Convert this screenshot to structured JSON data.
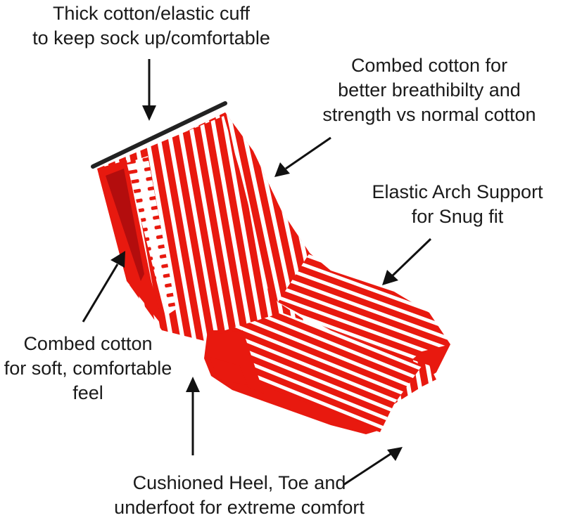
{
  "colors": {
    "sock_red": "#e8190f",
    "sock_dark_red": "#b30d0d",
    "stripe_white": "#ffffff",
    "cuff_black": "#222222",
    "arrow": "#111111"
  },
  "callouts": {
    "cuff": {
      "lines": [
        "Thick cotton/elastic cuff",
        "to keep sock up/comfortable"
      ]
    },
    "combed_top": {
      "lines": [
        "Combed cotton for",
        "better breathibilty and",
        "strength vs normal cotton"
      ]
    },
    "arch": {
      "lines": [
        "Elastic Arch Support",
        "for Snug fit"
      ]
    },
    "combed_left": {
      "lines": [
        "Combed cotton",
        "for soft, comfortable",
        "feel"
      ]
    },
    "heel": {
      "lines": [
        "Cushioned Heel, Toe and",
        "underfoot for extreme comfort"
      ]
    }
  }
}
